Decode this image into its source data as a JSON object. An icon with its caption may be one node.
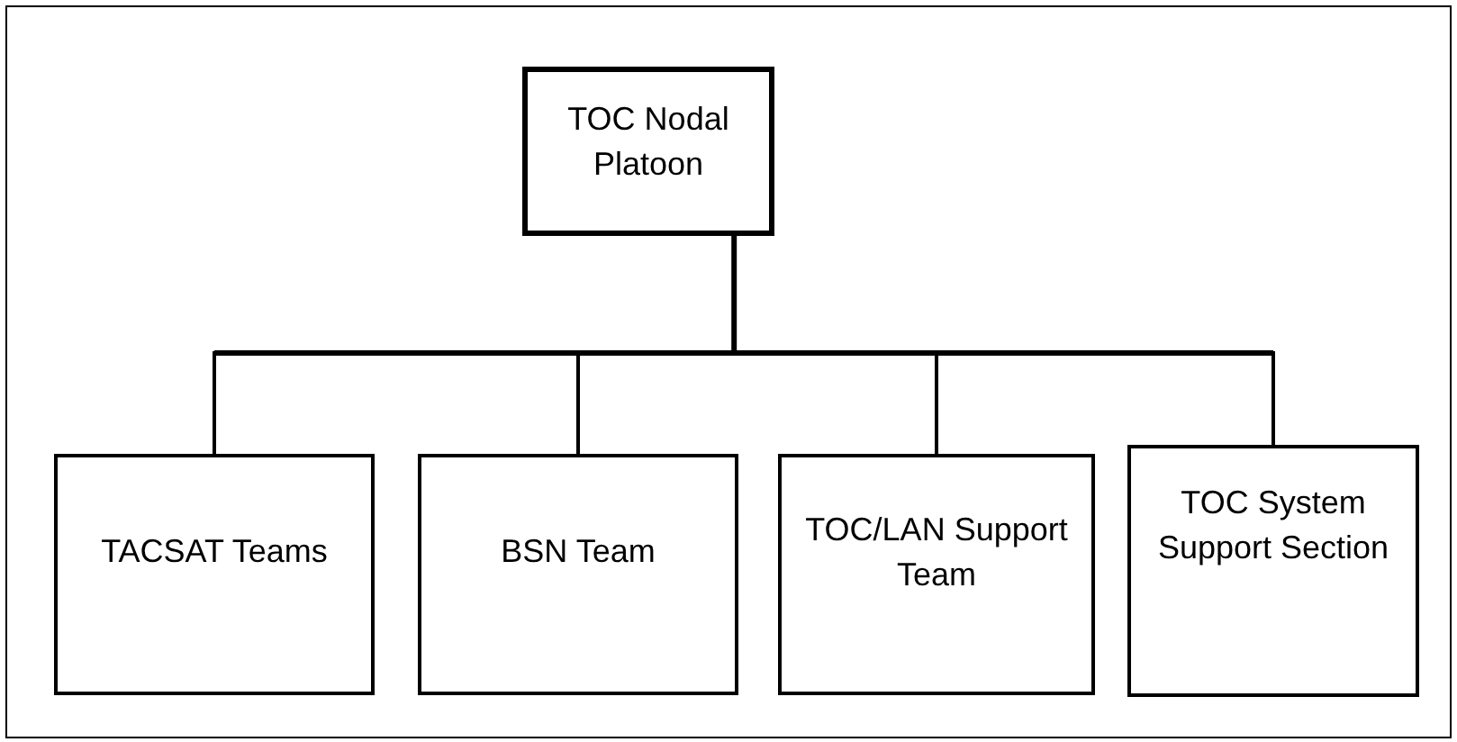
{
  "diagram": {
    "nodes": [
      {
        "text": [
          "TOC Nodal Platoon"
        ]
      },
      {
        "text": [
          "TACSAT Teams"
        ]
      },
      {
        "text": [
          "BSN Team"
        ]
      },
      {
        "text": [
          "TOC/LAN Support Team"
        ]
      },
      {
        "text": [
          "TOC System Support Section"
        ]
      }
    ],
    "edges": [
      {
        "from": 0,
        "to": 1,
        "arrow": "none"
      },
      {
        "from": 0,
        "to": 2,
        "arrow": "none"
      },
      {
        "from": 0,
        "to": 3,
        "arrow": "none"
      },
      {
        "from": 0,
        "to": 4,
        "arrow": "none"
      }
    ]
  }
}
